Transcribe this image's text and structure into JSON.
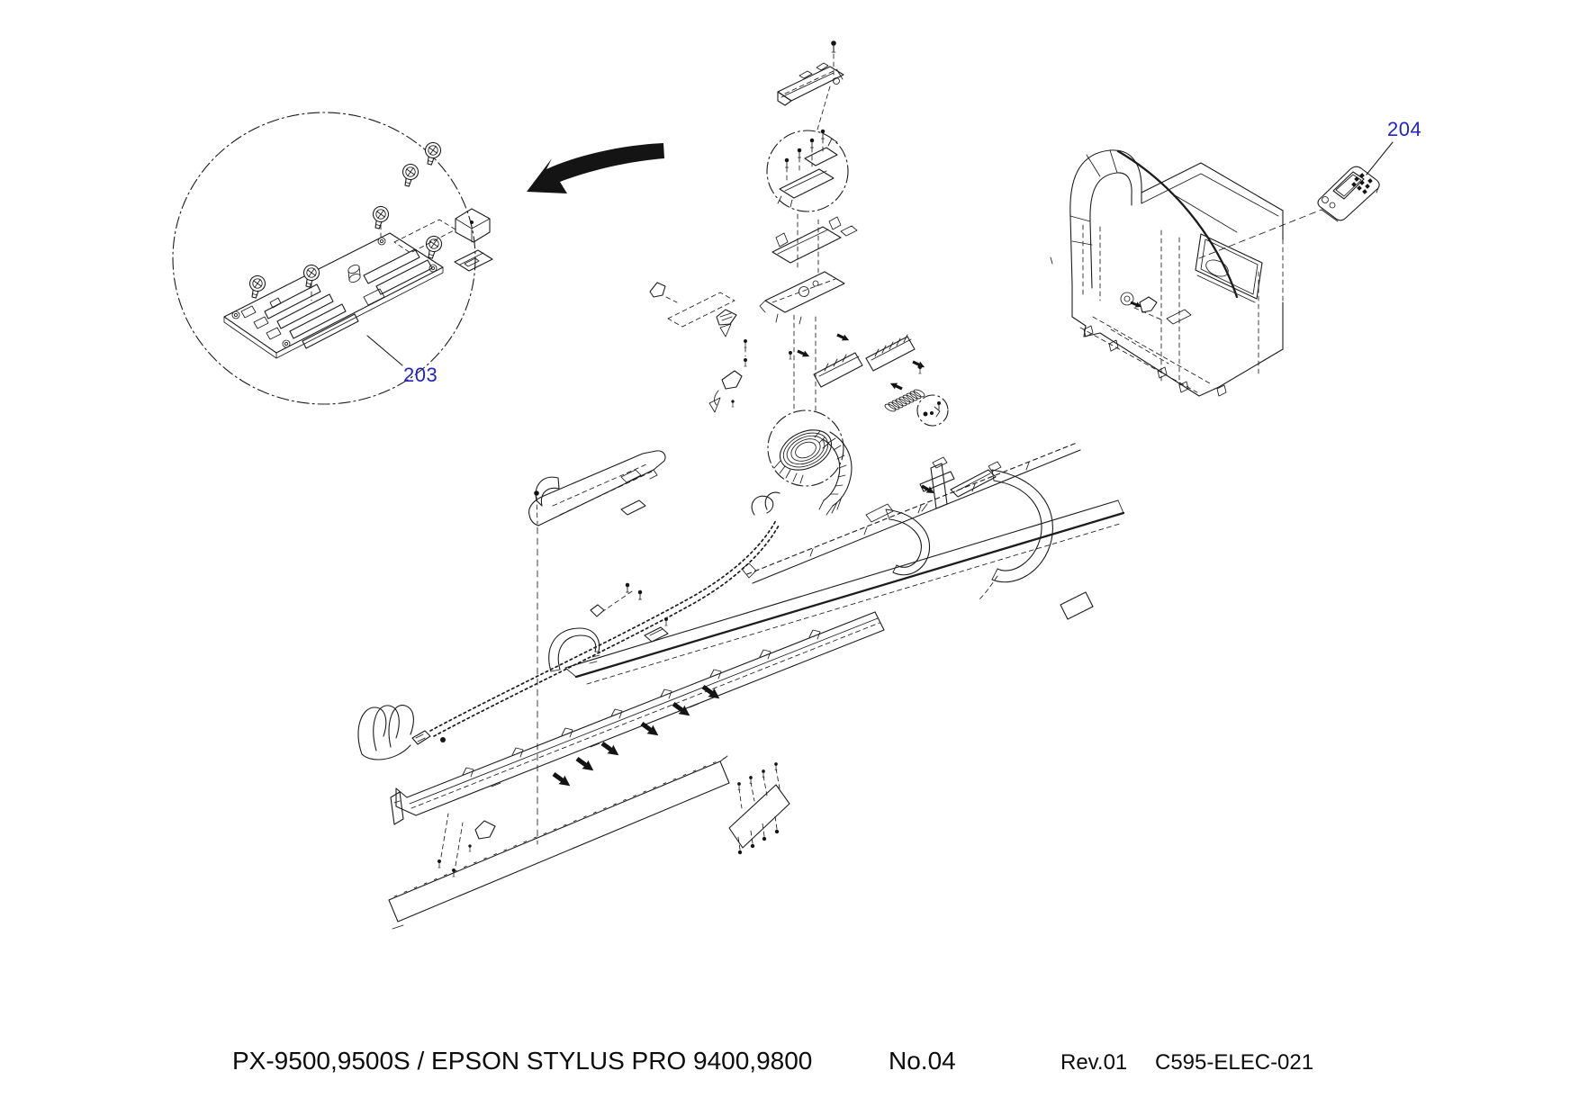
{
  "page": {
    "background": "#ffffff"
  },
  "figure": {
    "type": "exploded-parts-diagram",
    "line_color": "#1c1c1c",
    "callout_color": "#2323c8",
    "callouts": [
      {
        "label": "203",
        "target": "main-board-assembly"
      },
      {
        "label": "204",
        "target": "panel-unit"
      }
    ],
    "components": [
      "detail-view-circle",
      "main-board-assembly",
      "mounting-screws",
      "board-bracket",
      "pointer-arrow",
      "upper-bracket",
      "sub-assembly-detail-circle",
      "bracket-stack",
      "connector-bars",
      "ferrite-coil",
      "small-detail-circle",
      "wound-ffc-coil",
      "ffc-exit-ribbon",
      "twisted-pair-cable",
      "loose-cable-coil",
      "cable-cover",
      "guide-rail",
      "carriage-rail",
      "ffc-loop-small",
      "ffc-loop-left",
      "ffc-loop-right",
      "cross-bracket",
      "cable-drag-chain",
      "chain-segment",
      "chain-end-piece",
      "position-arrows",
      "right-side-cover",
      "panel-unit"
    ]
  },
  "footer": {
    "model_line": "PX-9500,9500S / EPSON STYLUS PRO 9400,9800",
    "sheet_no": "No.04",
    "revision": "Rev.01",
    "doc_code": "C595-ELEC-021"
  }
}
